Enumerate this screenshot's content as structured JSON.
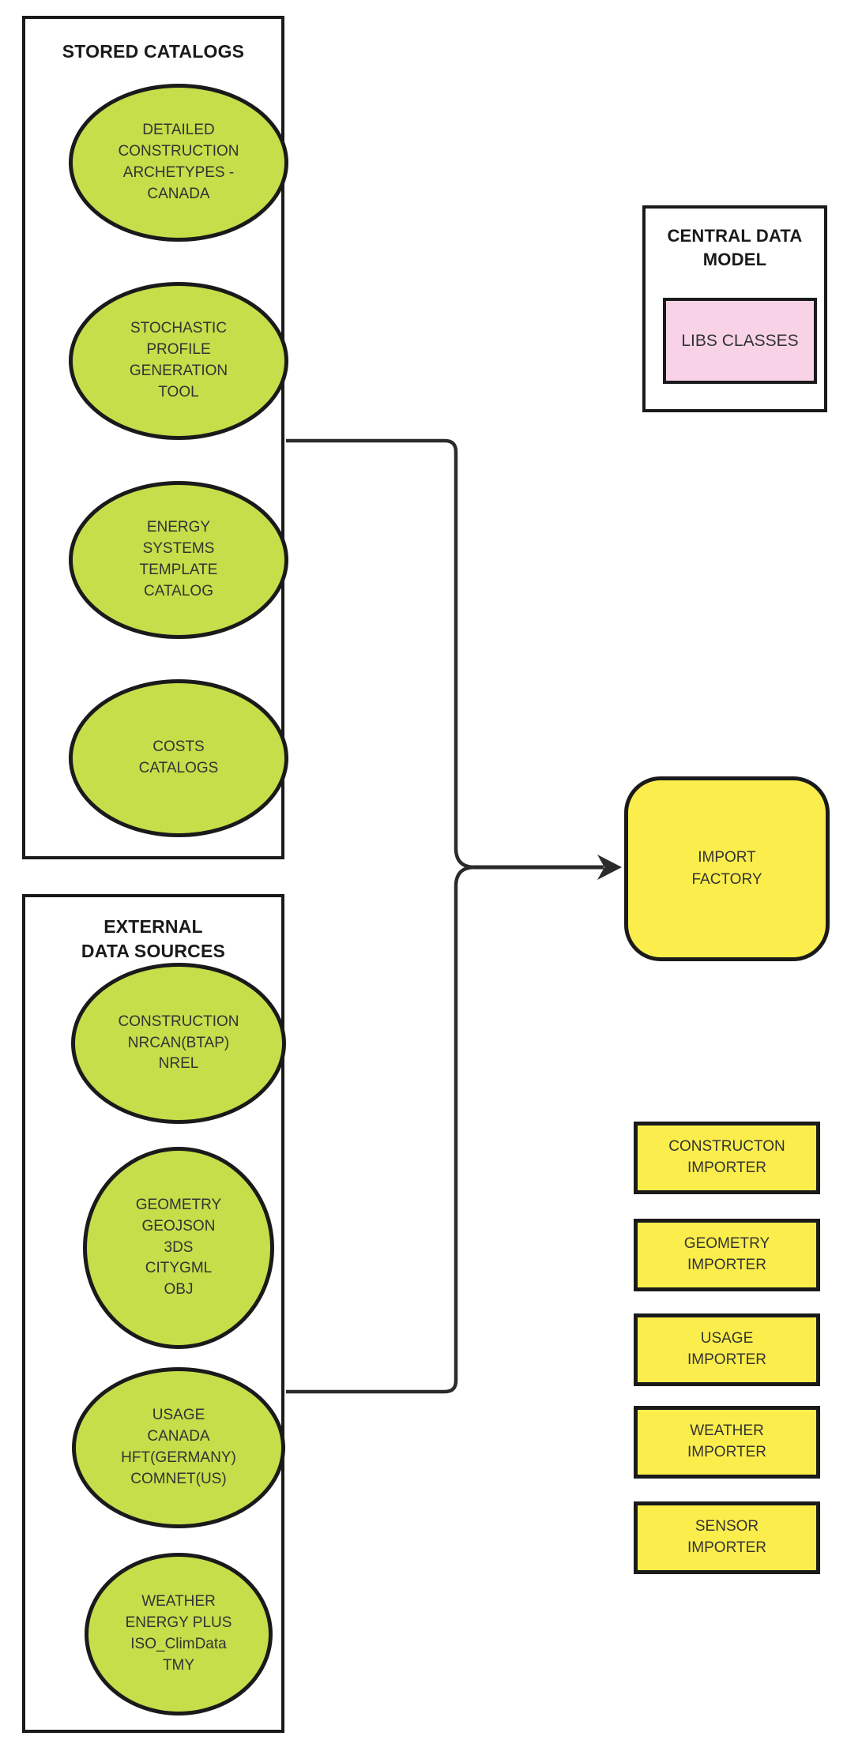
{
  "colors": {
    "catalog_fill": "#c5de4a",
    "importer_fill": "#fbee4c",
    "model_fill": "#f8d3e7",
    "stroke": "#1a1a1a",
    "node_text": "#333333",
    "connector": "#2b2b2b"
  },
  "stored_catalogs": {
    "title": "STORED CATALOGS",
    "nodes": [
      {
        "label": "DETAILED\nCONSTRUCTION\nARCHETYPES -\nCANADA"
      },
      {
        "label": "STOCHASTIC\nPROFILE\nGENERATION\nTOOL"
      },
      {
        "label": "ENERGY\nSYSTEMS\nTEMPLATE\nCATALOG"
      },
      {
        "label": "COSTS\nCATALOGS"
      }
    ]
  },
  "external_data_sources": {
    "title": "EXTERNAL\nDATA SOURCES",
    "nodes": [
      {
        "label": "CONSTRUCTION\nNRCAN(BTAP)\nNREL"
      },
      {
        "label": "GEOMETRY\nGEOJSON\n3DS\nCITYGML\nOBJ"
      },
      {
        "label": "USAGE\nCANADA\nHFT(GERMANY)\nCOMNET(US)"
      },
      {
        "label": "WEATHER\nENERGY PLUS\nISO_ClimData\nTMY"
      }
    ]
  },
  "central_data_model": {
    "title": "CENTRAL DATA\nMODEL",
    "inner_label": "LIBS CLASSES"
  },
  "import_factory": {
    "label": "IMPORT\nFACTORY"
  },
  "importers": [
    {
      "label": "CONSTRUCTON\nIMPORTER"
    },
    {
      "label": "GEOMETRY\nIMPORTER"
    },
    {
      "label": "USAGE\nIMPORTER"
    },
    {
      "label": "WEATHER\nIMPORTER"
    },
    {
      "label": "SENSOR\nIMPORTER"
    }
  ]
}
